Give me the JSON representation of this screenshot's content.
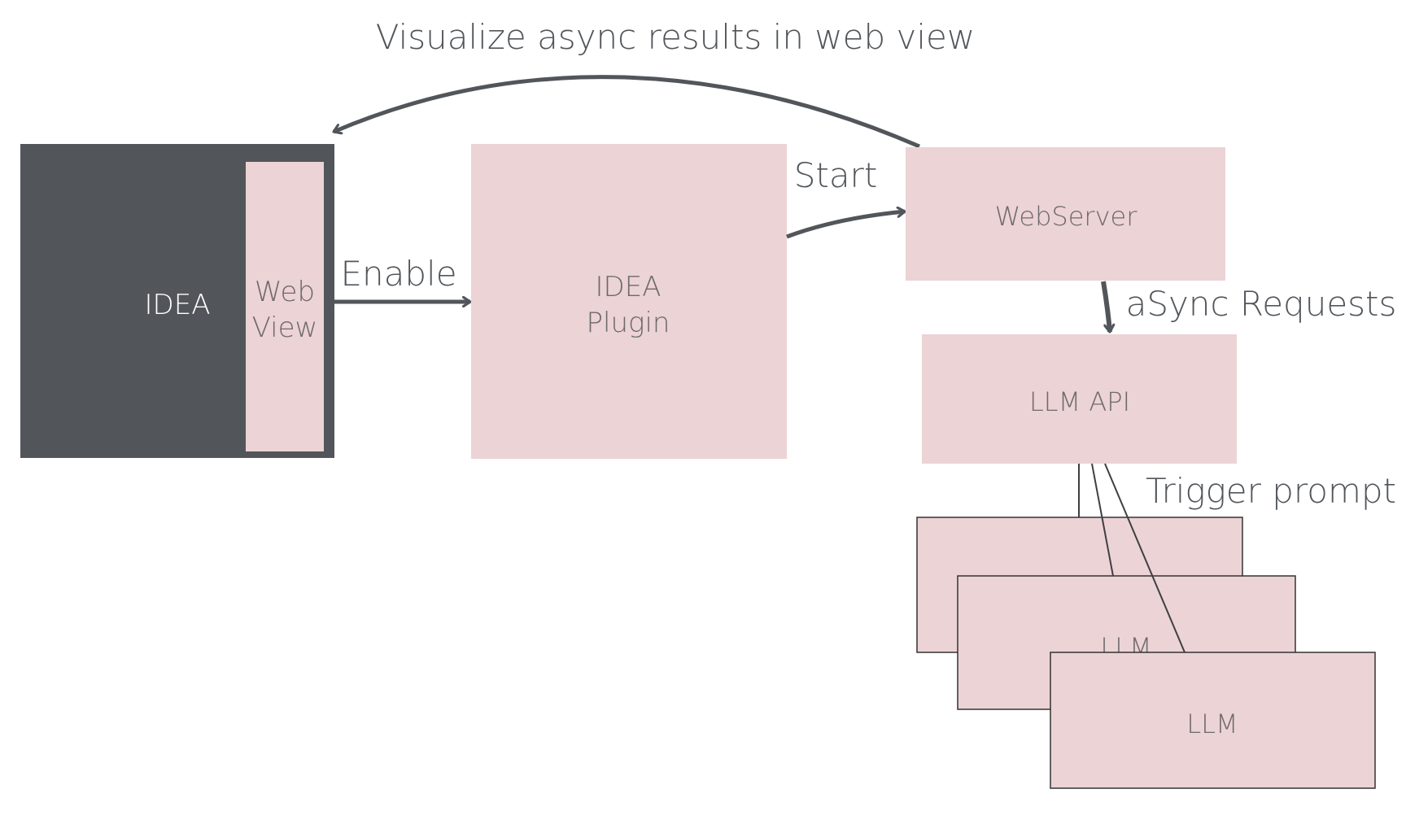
{
  "title": "Visualize async results in web view",
  "colors": {
    "dark_box": "#52565b",
    "pink_box": "#ecd3d5",
    "arrow": "#52565b",
    "text_on_pink": "#6e6a6c",
    "text_on_dark": "#ffffff",
    "label": "#52565b",
    "thin_line": "#3f3f42"
  },
  "nodes": {
    "idea": "IDEA",
    "web_view": [
      "Web",
      "View"
    ],
    "idea_plugin": [
      "IDEA",
      "Plugin"
    ],
    "webserver": "WebServer",
    "llm_api": "LLM API",
    "llm_1": "",
    "llm_2": "LLM",
    "llm_3": "LLM"
  },
  "edges": {
    "enable": "Enable",
    "start": "Start",
    "async_requests": "aSync Requests",
    "trigger_prompt": "Trigger prompt",
    "visualize": "Visualize async results in web view"
  }
}
